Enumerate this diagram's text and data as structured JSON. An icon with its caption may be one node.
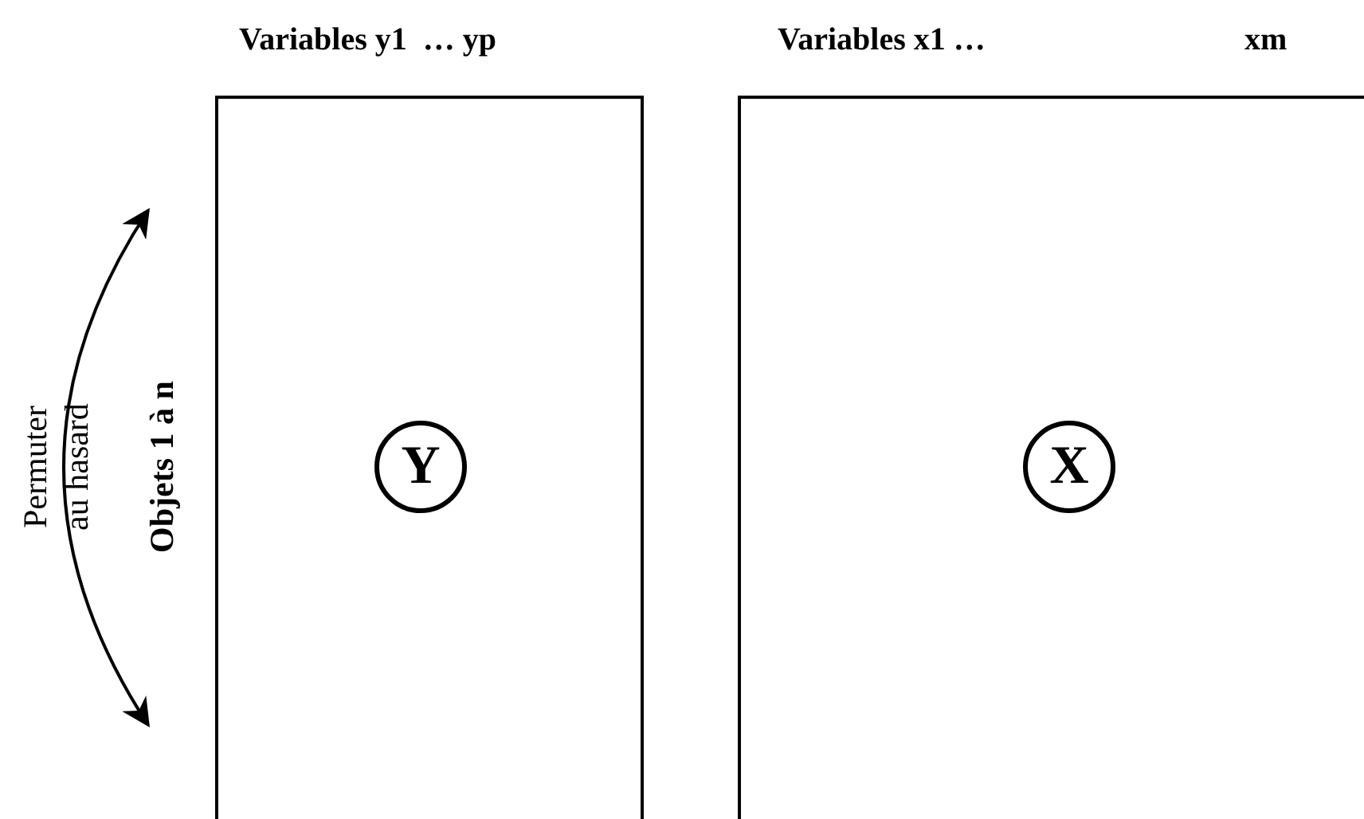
{
  "diagram": {
    "nodes": [
      {
        "text": [
          "Variables y1  … yp"
        ]
      },
      {
        "text": [
          "Y"
        ],
        "in": 0
      },
      {
        "text": [
          "Variables x1 …",
          "xm"
        ]
      },
      {
        "text": [
          "X"
        ],
        "in": 2
      }
    ],
    "edges": [],
    "labels": [
      "Permuter au hasard",
      "Objets 1 à n"
    ]
  }
}
